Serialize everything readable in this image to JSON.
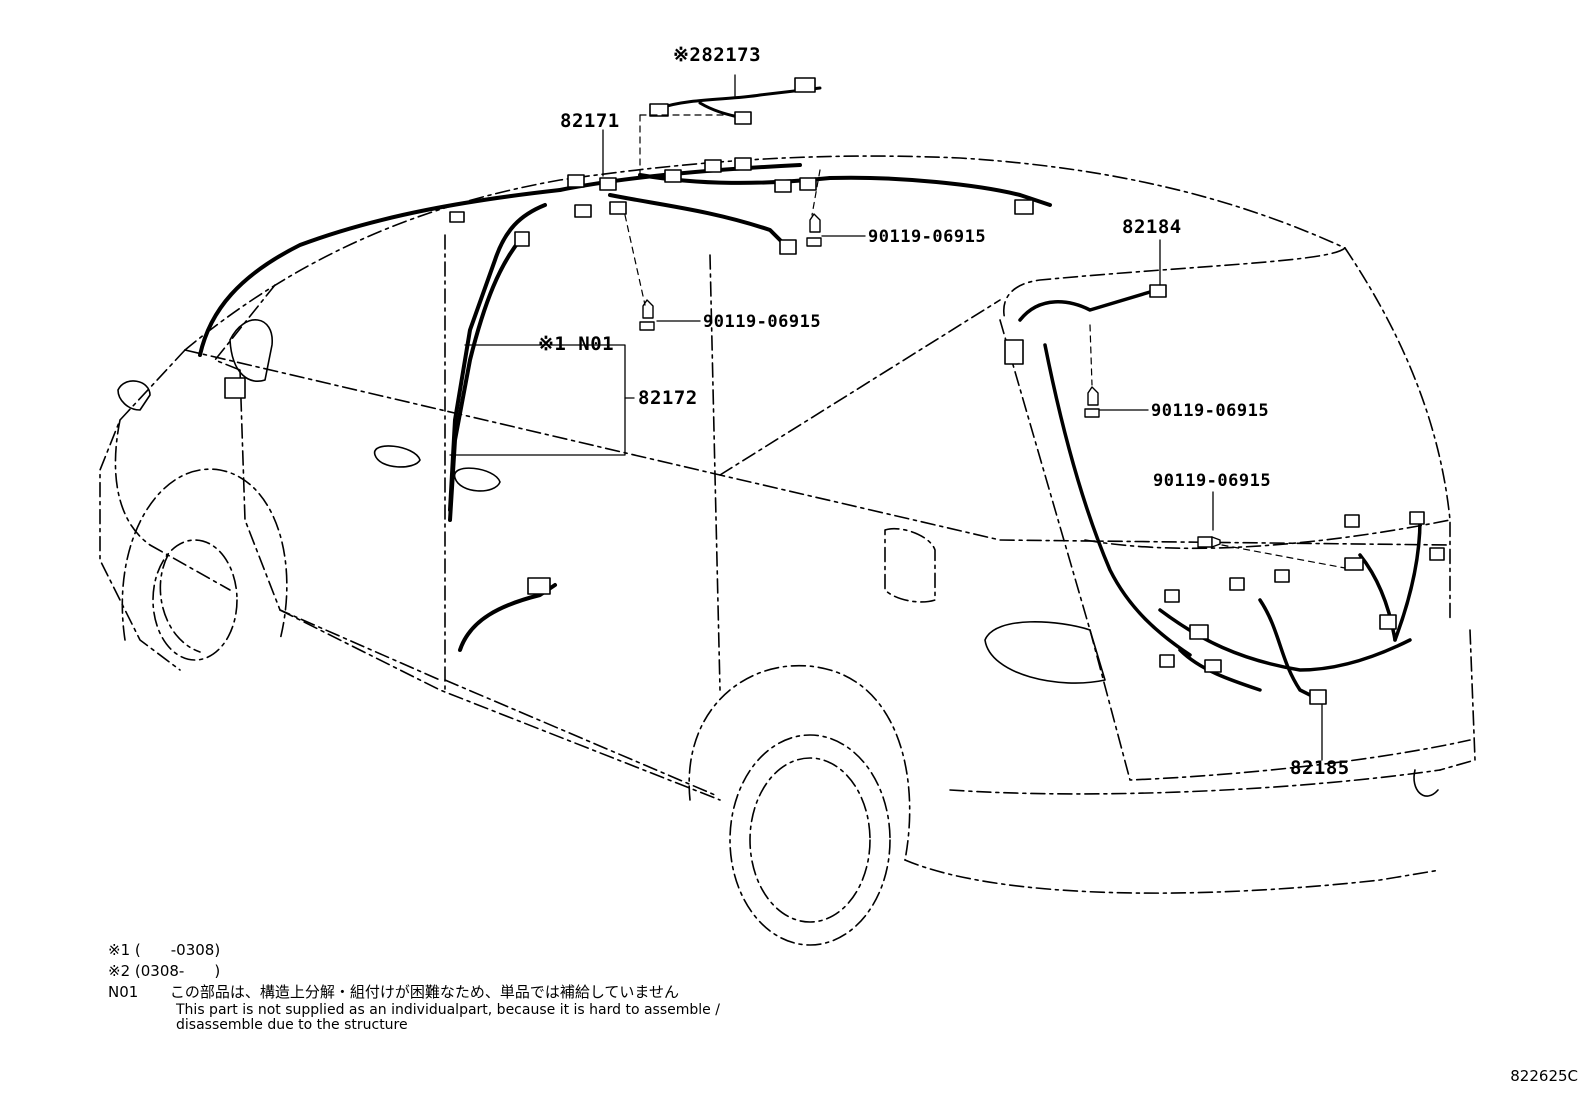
{
  "labels": {
    "p82173": "※282173",
    "p82171": "82171",
    "p82184": "82184",
    "p82172": "82172",
    "n01": "※1 N01",
    "p82185": "82185",
    "b1": "90119-06915",
    "b2": "90119-06915",
    "b3": "90119-06915",
    "b4": "90119-06915"
  },
  "notes": {
    "n1": "※1 (　　-0308)",
    "n2": "※2 (0308-　　)",
    "n3_code": "N01",
    "n3_jp": "この部品は、構造上分解・組付けが困難なため、単品では補給していません",
    "n3_en_1": "This part is not supplied as an individualpart, because it is hard to assemble /",
    "n3_en_2": "disassemble due to the structure"
  },
  "figure_code": "822625C",
  "style": {
    "line": "#000000",
    "background": "#ffffff"
  }
}
